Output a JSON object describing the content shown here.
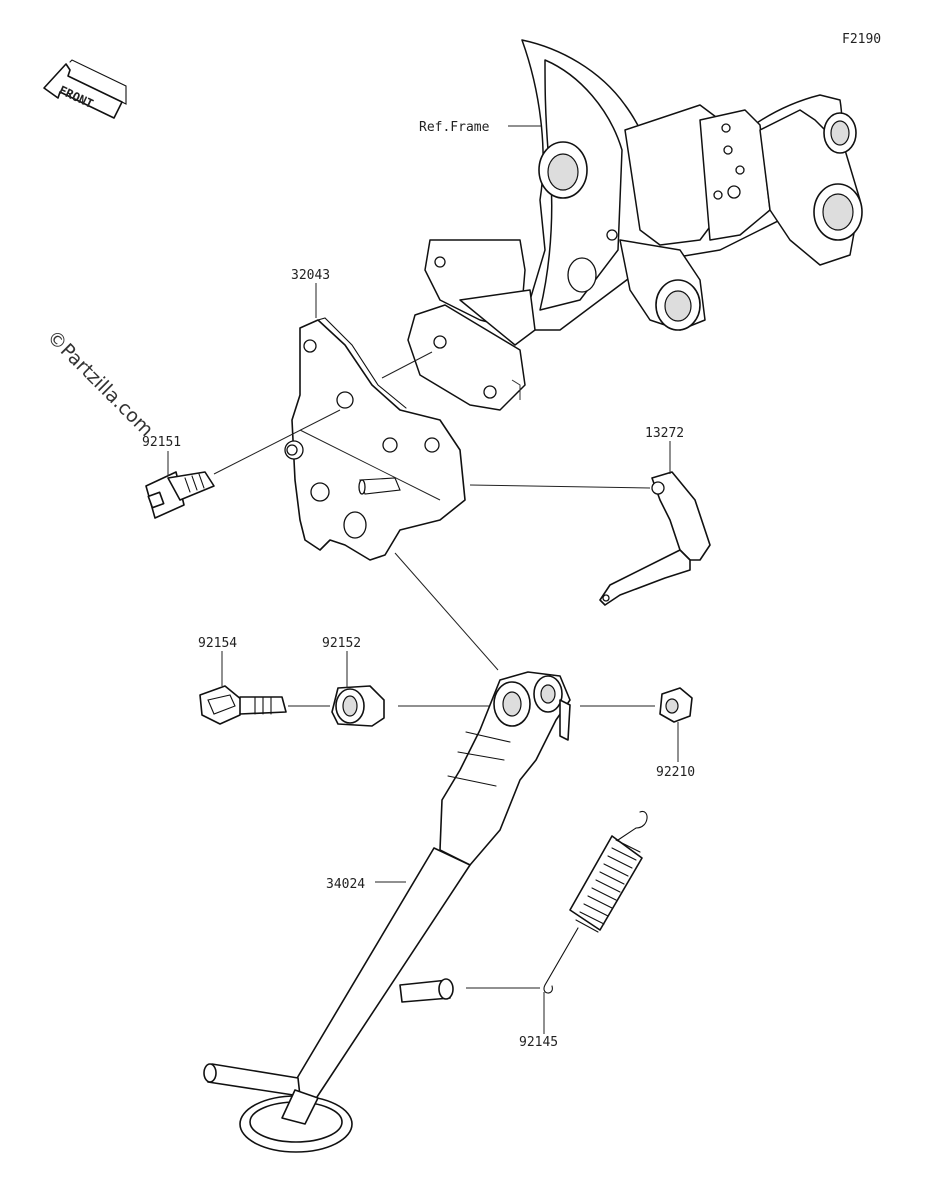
{
  "diagram": {
    "code": "F2190",
    "front_label": "FRONT",
    "watermark": "©Partzilla.com",
    "ref_frame": "Ref.Frame",
    "parts": {
      "bracket": "32043",
      "bolt_bracket": "92151",
      "plate": "13272",
      "bolt_stand": "92154",
      "collar": "92152",
      "nut": "92210",
      "sidestand": "34024",
      "spring": "92145"
    }
  }
}
